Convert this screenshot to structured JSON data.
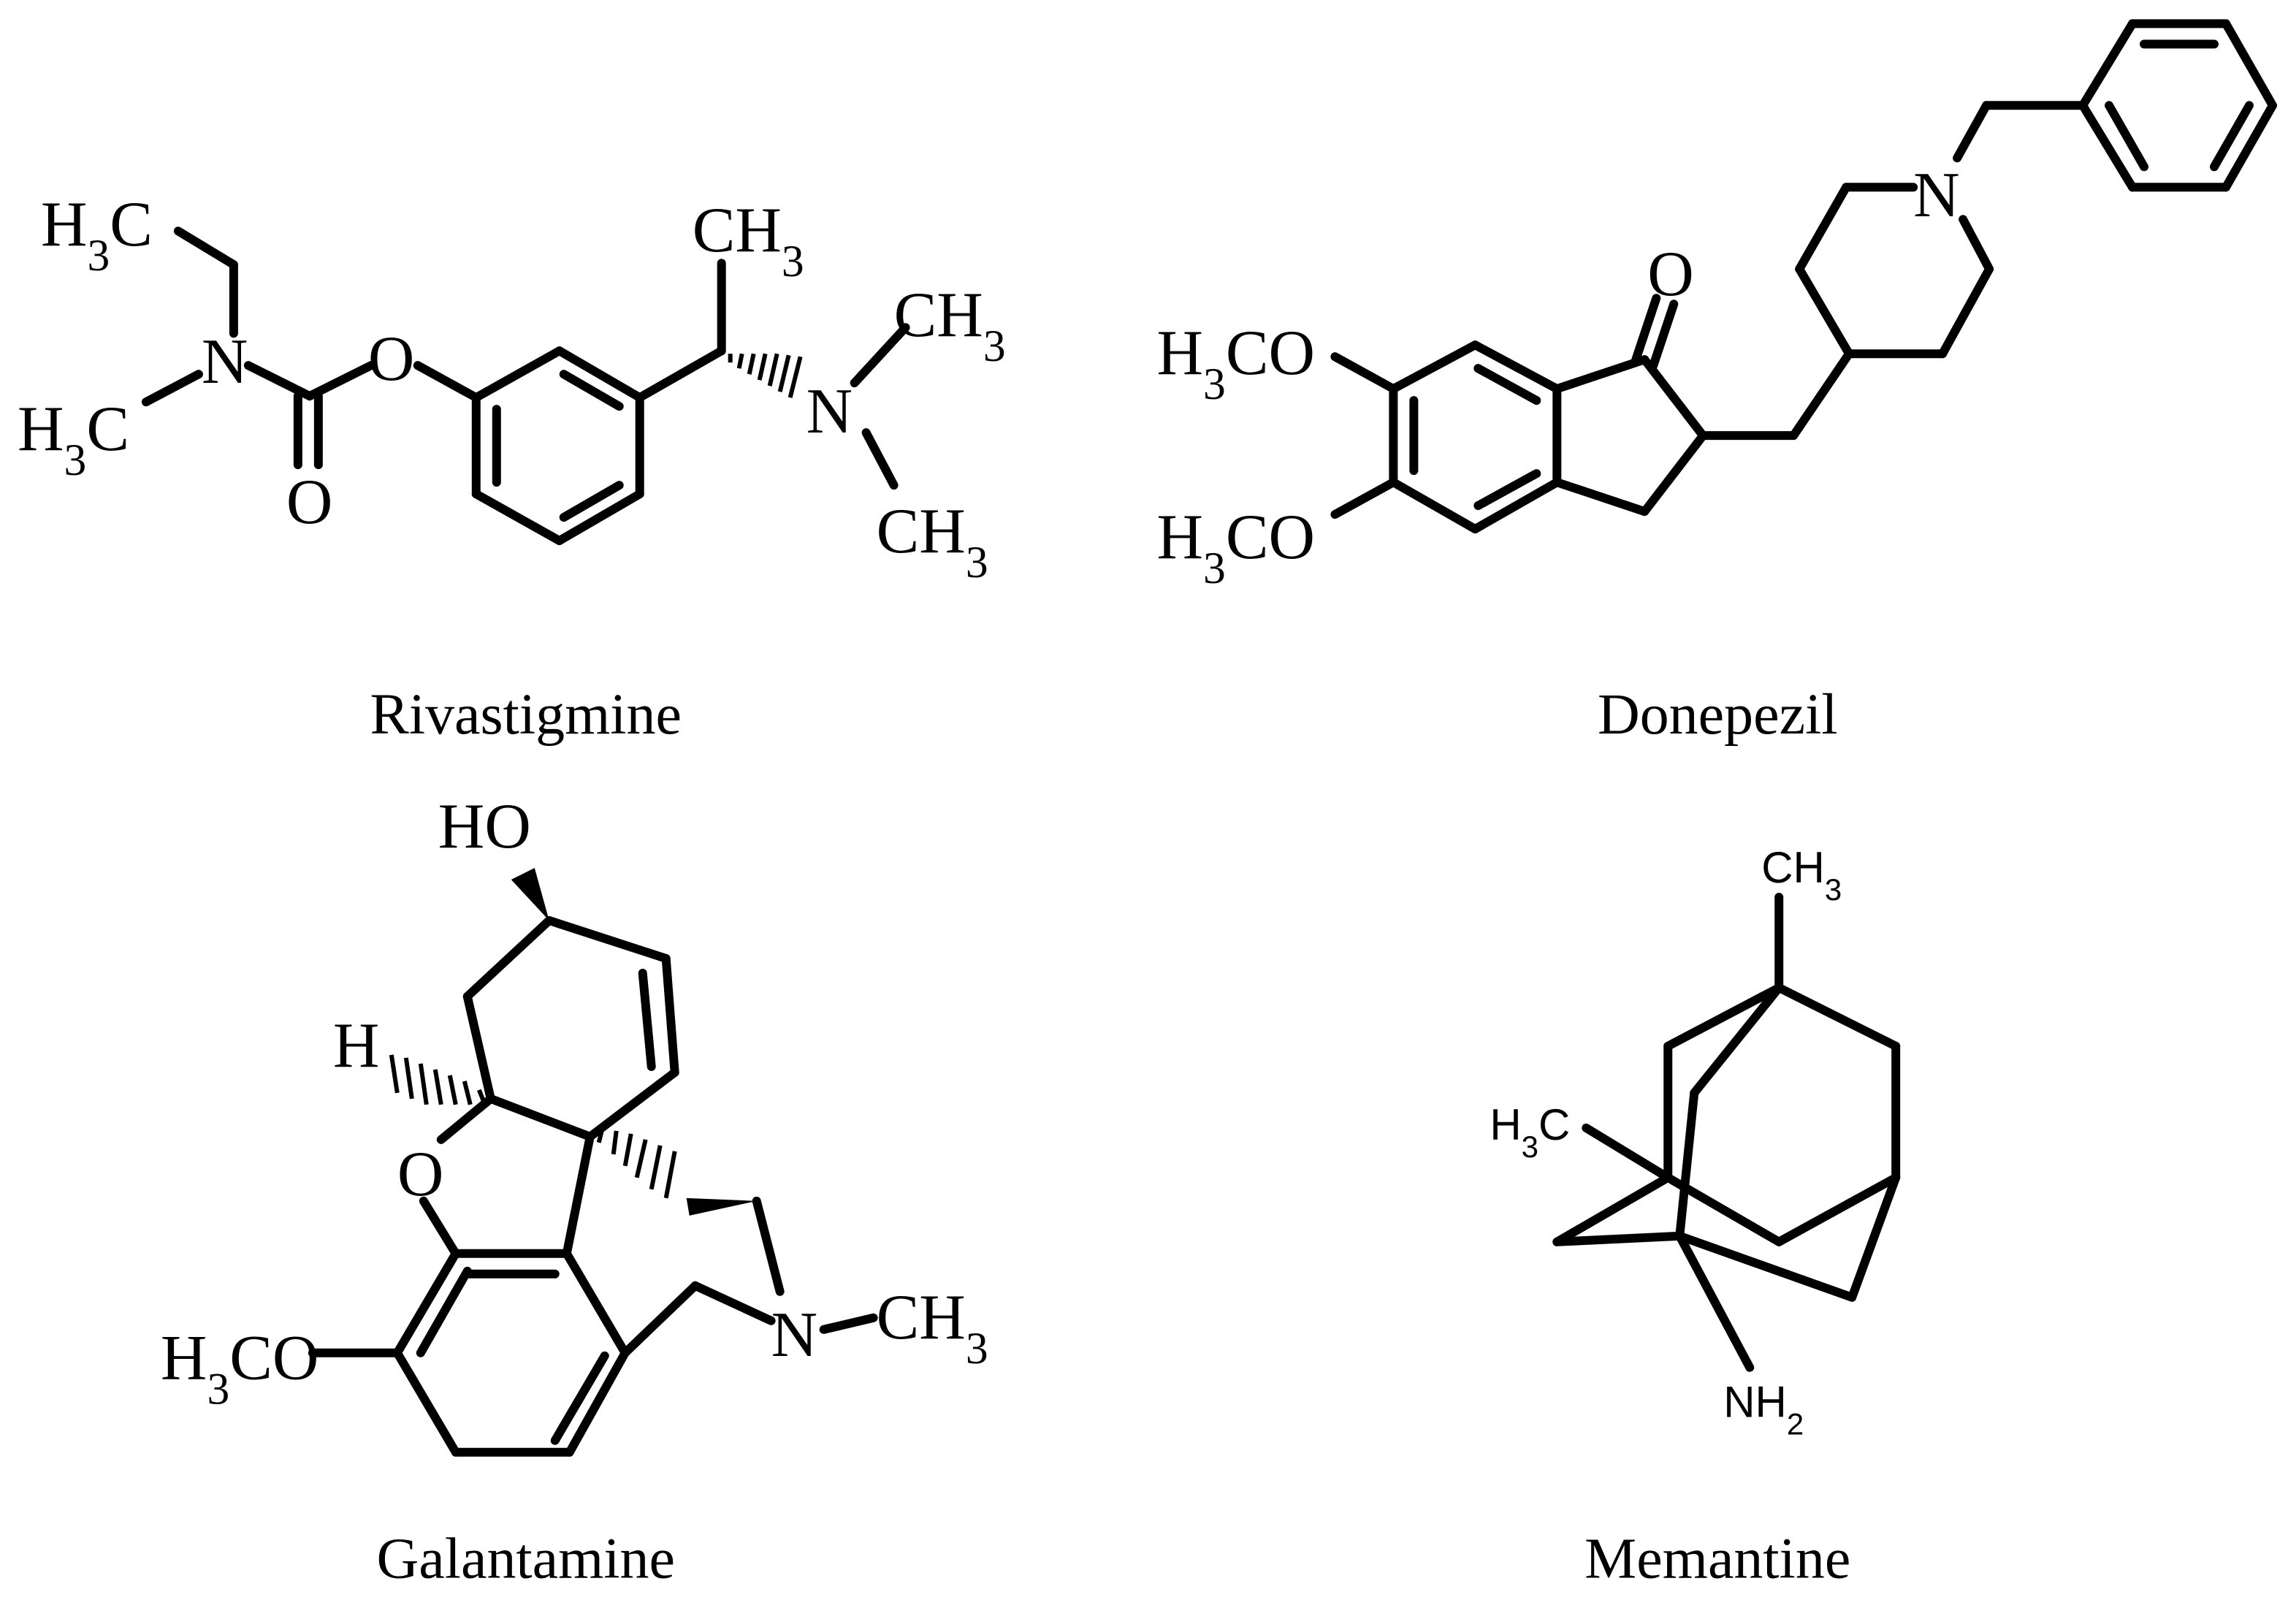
{
  "figure": {
    "molecules": [
      {
        "id": "rivastigmine",
        "name": "Rivastigmine",
        "atom_labels": {
          "h3c_top": "H3C",
          "h3c_bottom": "H3C",
          "n_carbamate": "N",
          "o_ester": "O",
          "o_carbonyl": "O",
          "ch3_chain": "CH3",
          "n_amine": "N",
          "ch3_amine_top": "CH3",
          "ch3_amine_bottom": "CH3"
        }
      },
      {
        "id": "donepezil",
        "name": "Donepezil",
        "atom_labels": {
          "o_ketone": "O",
          "n_piperidine": "N",
          "h3co_top": "H3CO",
          "h3co_bottom": "H3CO"
        }
      },
      {
        "id": "galantamine",
        "name": "Galantamine",
        "atom_labels": {
          "ho": "HO",
          "h": "H",
          "o_ring": "O",
          "n": "N",
          "ch3": "CH3",
          "h3co": "H3CO"
        }
      },
      {
        "id": "memantine",
        "name": "Memantine",
        "atom_labels": {
          "ch3_top": "CH3",
          "h3c_left": "H3C",
          "nh2": "NH2"
        }
      }
    ]
  }
}
